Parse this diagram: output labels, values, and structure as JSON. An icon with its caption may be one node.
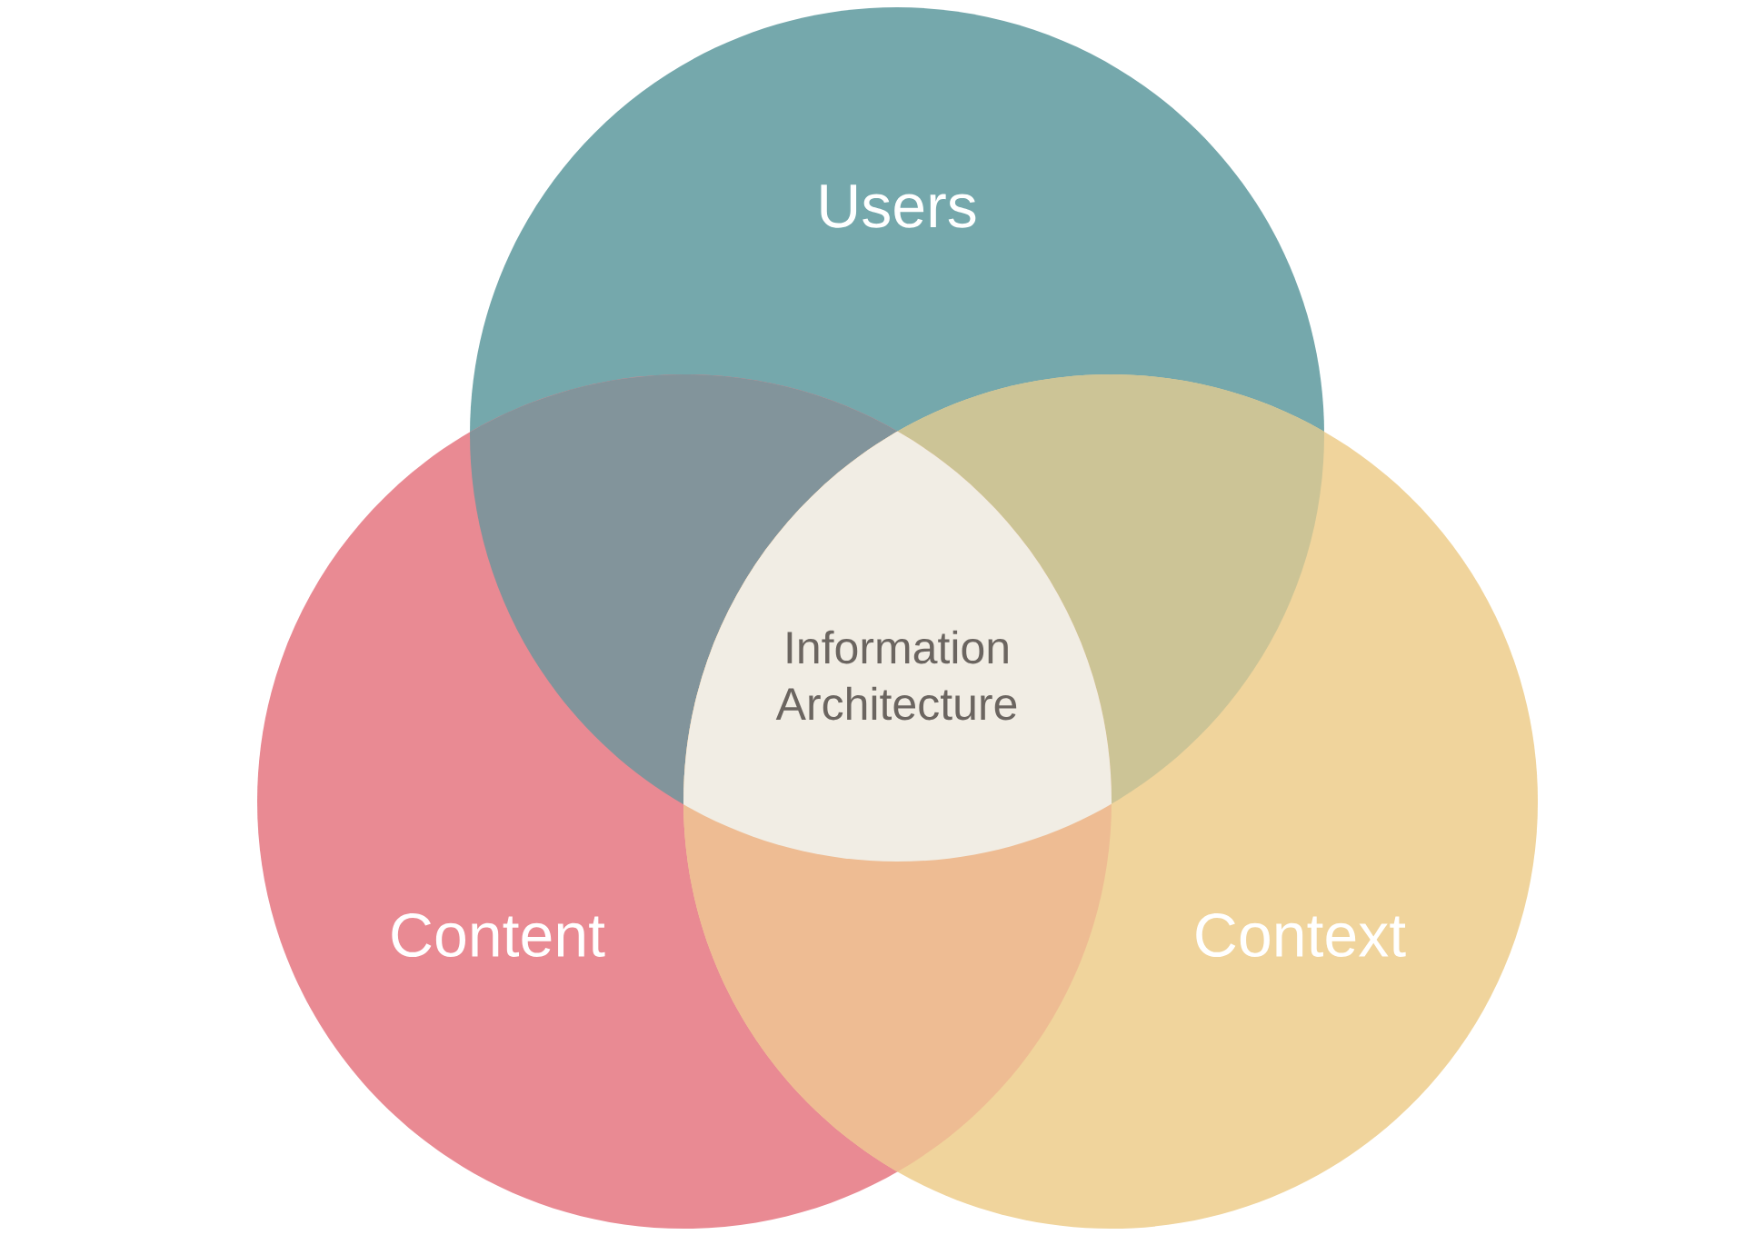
{
  "diagram": {
    "nodes": [
      {
        "text": [
          "Users"
        ]
      },
      {
        "text": [
          "Content"
        ]
      },
      {
        "text": [
          "Context"
        ]
      },
      {
        "text": [
          "Information Architecture"
        ]
      }
    ]
  }
}
